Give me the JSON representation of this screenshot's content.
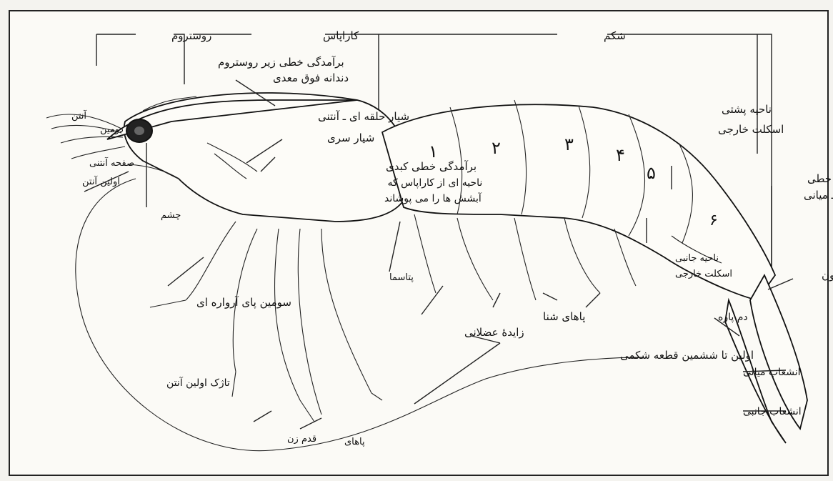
{
  "labels": {
    "rostrum": "روستروم",
    "carapace": "کاراپاس",
    "abdomen": "شکم",
    "subrostral_ridge": "برآمدگی خطی زیر روستروم",
    "epigastric_tooth": "دندانه فوق معدی",
    "antennal_ring_groove": "شیار حلقه ای ـ آنتنی",
    "cervical_groove": "شیار سری",
    "hepatic_ridge": "برآمدگی خطی کبدی",
    "branchiostegite": "ناحیه ای از کاراپاس که آبشش ها را می پوشاند",
    "antenna": "آنتن",
    "second_antenna": "دومین",
    "antennal_scale": "صفحه آنتنی",
    "first_antenna": "اولین آنتن",
    "eye": "چشم",
    "third_maxilliped": "سومین پای آرواره ای",
    "first_antenna_flagellum": "تاژک اولین آنتن",
    "walking_legs_1": "قدم زن",
    "walking_legs_2": "پاهای",
    "petasma": "پتاسما",
    "muscle_appendix": "زایدۀ عضلانی",
    "swimmerets": "پاهای شنا",
    "abdominal_segments": "اولین تا ششمین قطعه شکمی",
    "tergum_1": "ناحیه پشتی",
    "tergum_2": "اسکلت خارجی",
    "dorsal_ridge_1": "برآمدگی خطی",
    "dorsal_ridge_2": "پشتی ـ میانی",
    "pleuron_1": "ناحیه جانبی",
    "pleuron_2": "اسکلت خارجی",
    "telson": "تلسون",
    "uropod": "دم پاره",
    "endopod": "انشعاب میانی",
    "exopod": "انشعاب جانبی"
  },
  "segment_numbers": [
    "١",
    "٢",
    "٣",
    "۴",
    "۵",
    "۶"
  ]
}
